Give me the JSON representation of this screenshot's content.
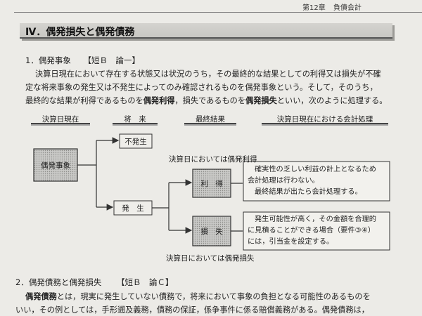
{
  "running_head": {
    "chapter": "第12章",
    "title": "負債会計"
  },
  "section": {
    "title": "Ⅳ．偶発損失と偶発債務"
  },
  "item1": {
    "heading": "1．偶発事象",
    "tag": "【短Ｂ　論一】",
    "lines": [
      "決算日現在において存在する状態又は状況のうち，その最終的な結果としての利得又は損失が不確",
      "定な将来事象の発生又は不発生によってのみ確認されるものを偶発事象という。そして，そのうち，"
    ],
    "line3_pre": "最終的な結果が利得であるものを",
    "line3_b1": "偶発利得",
    "line3_mid": "，損失であるものを",
    "line3_b2": "偶発損失",
    "line3_post": "といい，次のように処理する。"
  },
  "columns": [
    "決算日現在",
    "将　来",
    "最終結果",
    "決算日現在における会計処理"
  ],
  "diagram": {
    "start": "偶発事象",
    "not_occur": "不発生",
    "occur": "発　生",
    "gain": "利　得",
    "loss": "損　失",
    "gain_caption": "決算日においては偶発利得",
    "loss_caption": "決算日においては偶発損失",
    "gain_note": [
      "確実性の乏しい利益の計上となるため",
      "会計処理は行わない。",
      "最終結果が出たら会計処理する。"
    ],
    "loss_note": [
      "発生可能性が高く，その金額を合理的",
      "に見積ることができる場合（要件③④）",
      "には，引当金を設定する。"
    ]
  },
  "item2": {
    "heading": "2．偶発債務と偶発損失",
    "tag": "【短Ｂ　論Ｃ】",
    "line1_b": "偶発債務",
    "line1_post": "とは，現実に発生していない債務で，将来において事象の負担となる可能性のあるものを",
    "line2": "いい，その例としては，手形遡及義務，債務の保証，係争事件に係る賠償義務がある。偶発債務は，"
  }
}
